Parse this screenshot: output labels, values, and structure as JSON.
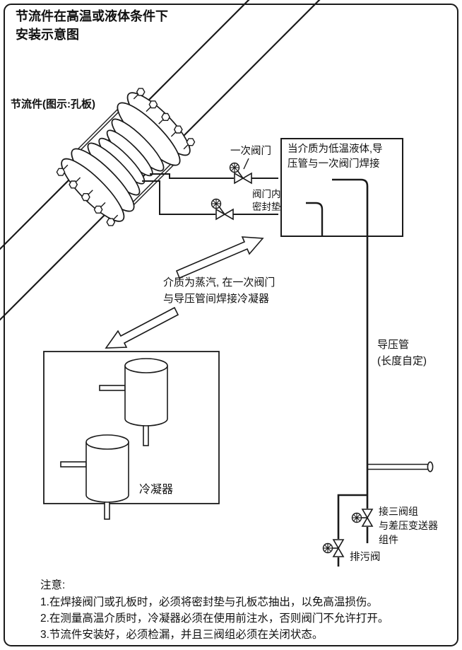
{
  "title": {
    "line1": "节流件在高温或液体条件下",
    "line2": "安装示意图"
  },
  "labels": {
    "throttle": "节流件(图示:孔板)",
    "primary_valve": "一次阀门",
    "gasket_line1": "阀门内",
    "gasket_line2": "密封垫",
    "inset_note_line1": "当介质为低温液体,导",
    "inset_note_line2": "压管与一次阀门焊接",
    "steam_note_line1": "介质为蒸汽, 在一次阀门",
    "steam_note_line2": "与导压管间焊接冷凝器",
    "condenser": "冷凝器",
    "pressure_pipe_line1": "导压管",
    "pressure_pipe_line2": "(长度自定)",
    "three_valve_line1": "接三阀组",
    "three_valve_line2": "与差压变送器",
    "three_valve_line3": "组件",
    "drain_valve": "排污阀"
  },
  "notes": {
    "heading": "注意:",
    "items": [
      "1.在焊接阀门或孔板时，必须将密封垫与孔板芯抽出，以免高温损伤。",
      "2.在测量高温介质时，冷凝器必须在使用前注水，否则阀门不允许打开。",
      "3.节流件安装好，必须检漏，并且三阀组必须在关闭状态。"
    ]
  },
  "colors": {
    "line": "#1a1a1a",
    "background": "#ffffff"
  }
}
